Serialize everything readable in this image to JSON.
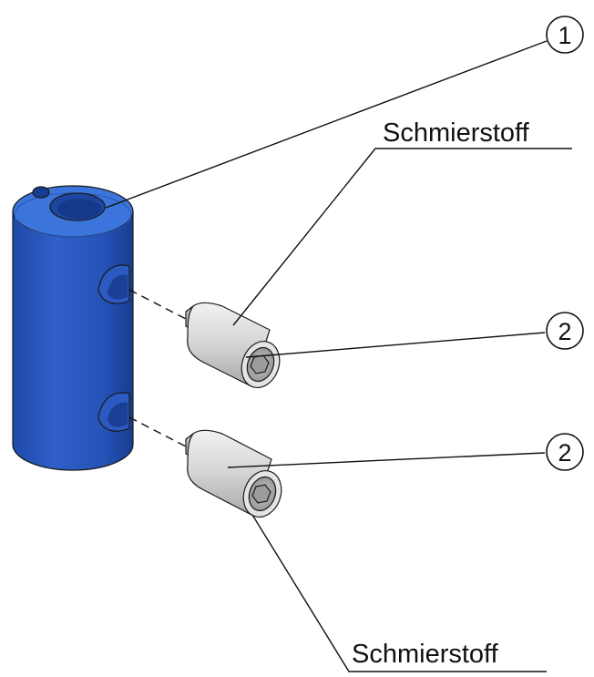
{
  "labels": {
    "lubricant_top": "Schmierstoff",
    "lubricant_bottom": "Schmierstoff"
  },
  "balloons": [
    {
      "id": "balloon-1",
      "number": "1"
    },
    {
      "id": "balloon-2-top",
      "number": "2"
    },
    {
      "id": "balloon-2-bottom",
      "number": "2"
    }
  ],
  "colors": {
    "coupling_body": "#2f5ec4",
    "coupling_top": "#3a73d8",
    "screw_body": "#d6d6d6",
    "line": "#111111"
  }
}
